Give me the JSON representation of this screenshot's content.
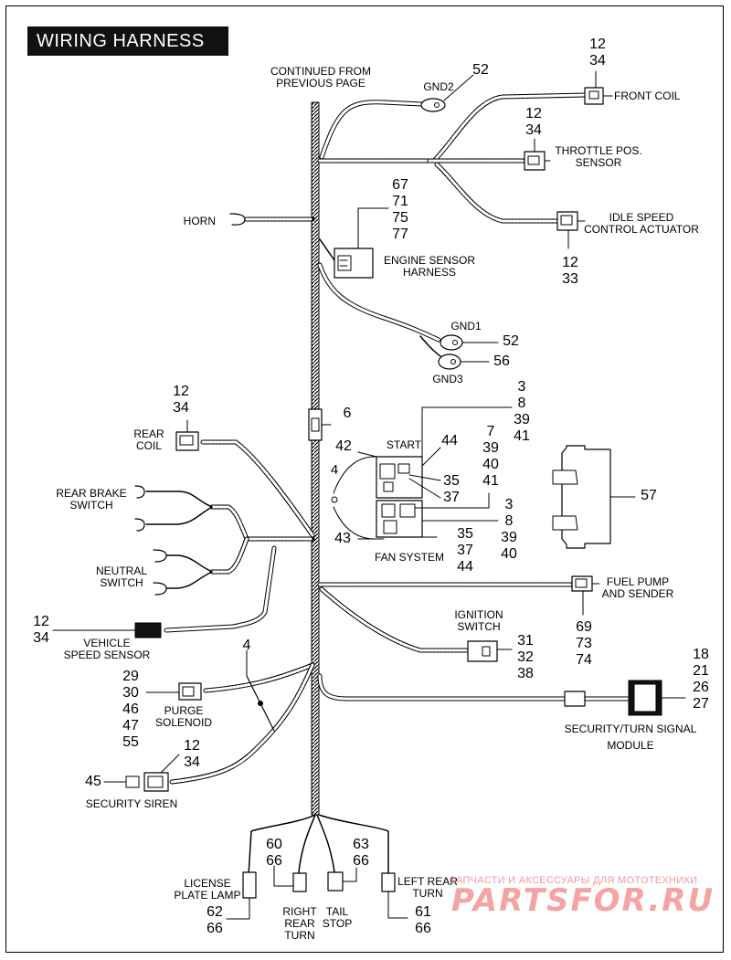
{
  "title": "WIRING HARNESS",
  "labels": {
    "continued": "CONTINUED FROM\nPREVIOUS PAGE",
    "gnd2": "GND2",
    "front_coil": "FRONT  COIL",
    "throttle": "THROTTLE POS.\nSENSOR",
    "idle": "IDLE SPEED\nCONTROL ACTUATOR",
    "horn": "HORN",
    "engine_sensor": "ENGINE SENSOR\nHARNESS",
    "gnd1": "GND1",
    "gnd3": "GND3",
    "rear_coil": "REAR\nCOIL",
    "start": "START",
    "rear_brake": "REAR BRAKE\nSWITCH",
    "neutral": "NEUTRAL\nSWITCH",
    "fan_system": "FAN SYSTEM",
    "fuel_pump": "FUEL PUMP\nAND SENDER",
    "ignition": "IGNITION\nSWITCH",
    "vss": "VEHICLE\nSPEED SENSOR",
    "purge": "PURGE\nSOLENOID",
    "security_turn": "SECURITY/TURN SIGNAL",
    "module": "MODULE",
    "siren": "SECURITY SIREN",
    "license": "LICENSE\nPLATE LAMP",
    "right_rear": "RIGHT\nREAR\nTURN",
    "tail": "TAIL\nSTOP",
    "left_rear": "LEFT REAR\nTURN"
  },
  "callouts": {
    "c52a": "52",
    "front_coil": "12\n34",
    "throttle": "12\n34",
    "idle": "12\n33",
    "engine_sensor": "67\n71\n75\n77",
    "c52b": "52",
    "c56": "56",
    "rear_coil": "12\n34",
    "c6": "6",
    "start_right": "3\n8\n39\n41",
    "c42": "42",
    "c44": "44",
    "c4a": "4",
    "c35_37": "35\n37",
    "mid_group": "7\n39\n40\n41",
    "c57": "57",
    "c43": "43",
    "fan_group": "35\n37\n44",
    "fan_right": "3\n8\n39\n40",
    "fuel_pump": "69\n73\n74",
    "ignition": "31\n32\n38",
    "vss": "12\n34",
    "c4b": "4",
    "module": "18\n21\n26\n27",
    "purge": "29\n30\n46\n47\n55",
    "siren_top": "12\n34",
    "c45": "45",
    "right_rear": "60\n66",
    "tail": "63\n66",
    "license": "62\n66",
    "left_rear": "61\n66"
  },
  "watermark": {
    "small": "ЗАПЧАСТИ И АКСЕССУАРЫ ДЛЯ МОТОТЕХНИКИ",
    "big": "PARTSFOR.RU"
  },
  "colors": {
    "ink": "#000000",
    "title_bg": "#111111",
    "watermark": "#f5a3a3"
  }
}
